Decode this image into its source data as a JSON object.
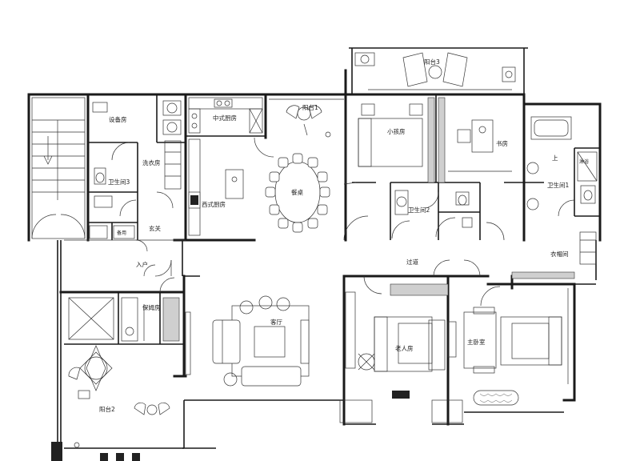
{
  "rooms": {
    "equipment": "设备房",
    "bath3": "卫生间3",
    "laundry": "洗衣房",
    "chinese_kitchen": "中式厨房",
    "western_kitchen": "西式厨房",
    "balcony1": "阳台1",
    "balcony2": "阳台2",
    "balcony3": "阳台3",
    "dining": "餐桌",
    "entrance_hall": "玄关",
    "entry": "入户",
    "kid_room": "小孩房",
    "study": "书房",
    "bath2": "卫生间2",
    "bath1": "卫生间1",
    "up": "上",
    "shower": "淋浴",
    "corridor": "过道",
    "cloakroom": "衣帽间",
    "nanny_room": "保姆房",
    "living_room": "客厅",
    "elder_room": "老人房",
    "master_bedroom": "主卧室",
    "equip_small": "备用"
  },
  "colors": {
    "wall": "#1a1a1a",
    "hatch": "#cfcfcf",
    "background": "#ffffff"
  }
}
